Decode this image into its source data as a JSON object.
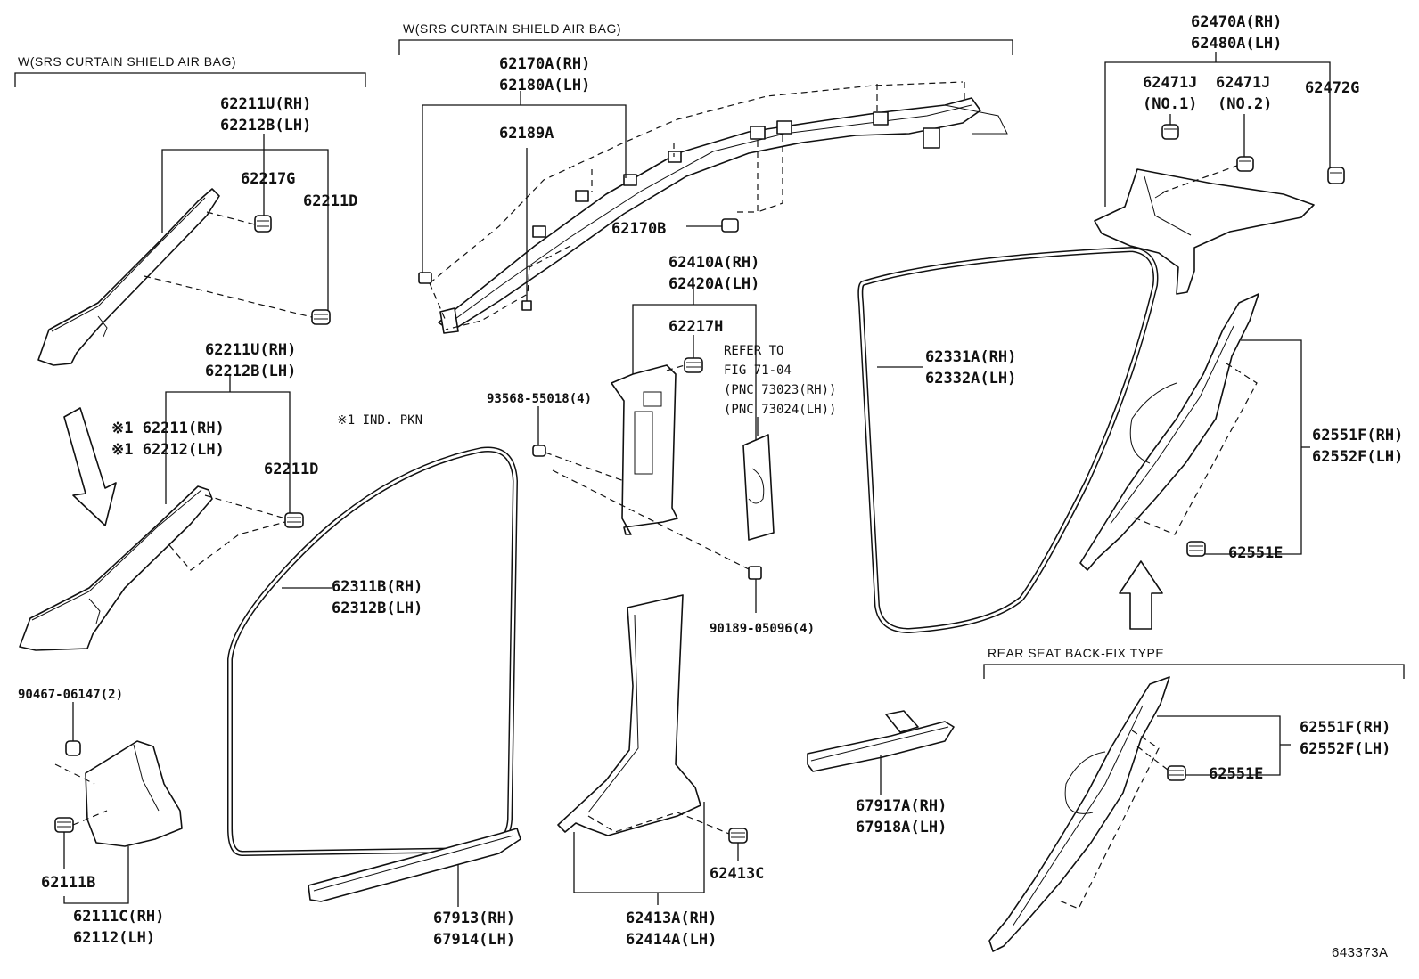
{
  "headers": {
    "curtain_left": "W(SRS CURTAIN SHIELD AIR BAG)",
    "curtain_top": "W(SRS CURTAIN SHIELD AIR BAG)",
    "rear_seat": "REAR SEAT BACK-FIX TYPE"
  },
  "notes": {
    "ind_pkn": "※1 IND. PKN",
    "refer_1": "REFER TO",
    "refer_2": "FIG 71-04",
    "refer_3": "(PNC 73023(RH))",
    "refer_4": "(PNC 73024(LH))"
  },
  "figure_id": "643373A",
  "parts": {
    "p62211U_a": "62211U(RH)",
    "p62212B_a": "62212B(LH)",
    "p62217G": "62217G",
    "p62211D_a": "62211D",
    "p62211U_b": "62211U(RH)",
    "p62212B_b": "62212B(LH)",
    "p62211": "※1 62211(RH)",
    "p62212": "※1 62212(LH)",
    "p62211D_b": "62211D",
    "p90467": "90467-06147(2)",
    "p62111B": "62111B",
    "p62111C": "62111C(RH)",
    "p62112": "62112(LH)",
    "p62170A": "62170A(RH)",
    "p62180A": "62180A(LH)",
    "p62189A": "62189A",
    "p62170B": "62170B",
    "p62410A": "62410A(RH)",
    "p62420A": "62420A(LH)",
    "p62217H": "62217H",
    "p93568": "93568-55018(4)",
    "p90189": "90189-05096(4)",
    "p62311B": "62311B(RH)",
    "p62312B": "62312B(LH)",
    "p67913": "67913(RH)",
    "p67914": "67914(LH)",
    "p62413C": "62413C",
    "p62413A": "62413A(RH)",
    "p62414A": "62414A(LH)",
    "p62331A": "62331A(RH)",
    "p62332A": "62332A(LH)",
    "p67917A": "67917A(RH)",
    "p67918A": "67918A(LH)",
    "p62470A": "62470A(RH)",
    "p62480A": "62480A(LH)",
    "p62471J_1": "62471J",
    "p62471J_1n": "(NO.1)",
    "p62471J_2": "62471J",
    "p62471J_2n": "(NO.2)",
    "p62472G": "62472G",
    "p62551F_a": "62551F(RH)",
    "p62552F_a": "62552F(LH)",
    "p62551E_a": "62551E",
    "p62551F_b": "62551F(RH)",
    "p62552F_b": "62552F(LH)",
    "p62551E_b": "62551E"
  }
}
